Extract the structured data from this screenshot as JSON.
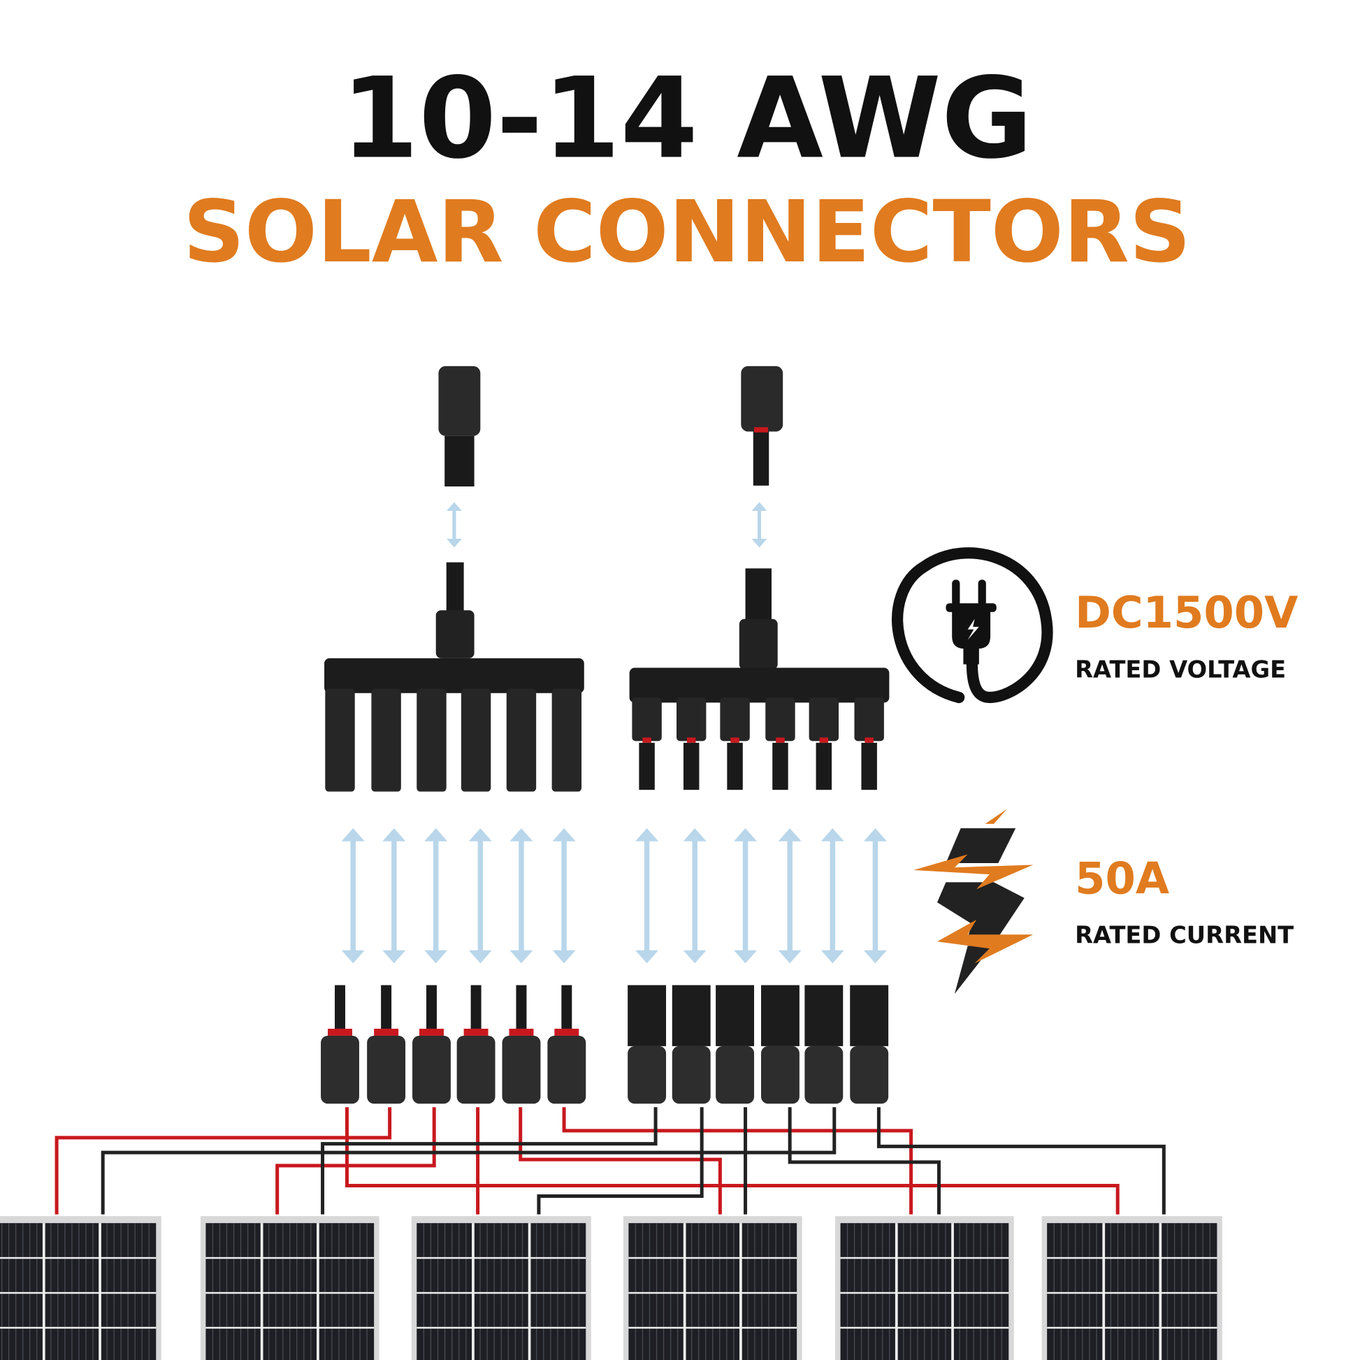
{
  "headline": {
    "line1": "10-14 AWG",
    "line2": "SOLAR CONNECTORS"
  },
  "specs": [
    {
      "value": "DC1500V",
      "label": "RATED VOLTAGE",
      "icon": "plug-icon"
    },
    {
      "value": "50A",
      "label": "RATED CURRENT",
      "icon": "lightning-bolt-icon"
    }
  ],
  "colors": {
    "accent": "#E07B1F",
    "text": "#111111",
    "arrow": "#B9D6EA",
    "wire_red": "#C8181E",
    "wire_black": "#222222"
  }
}
